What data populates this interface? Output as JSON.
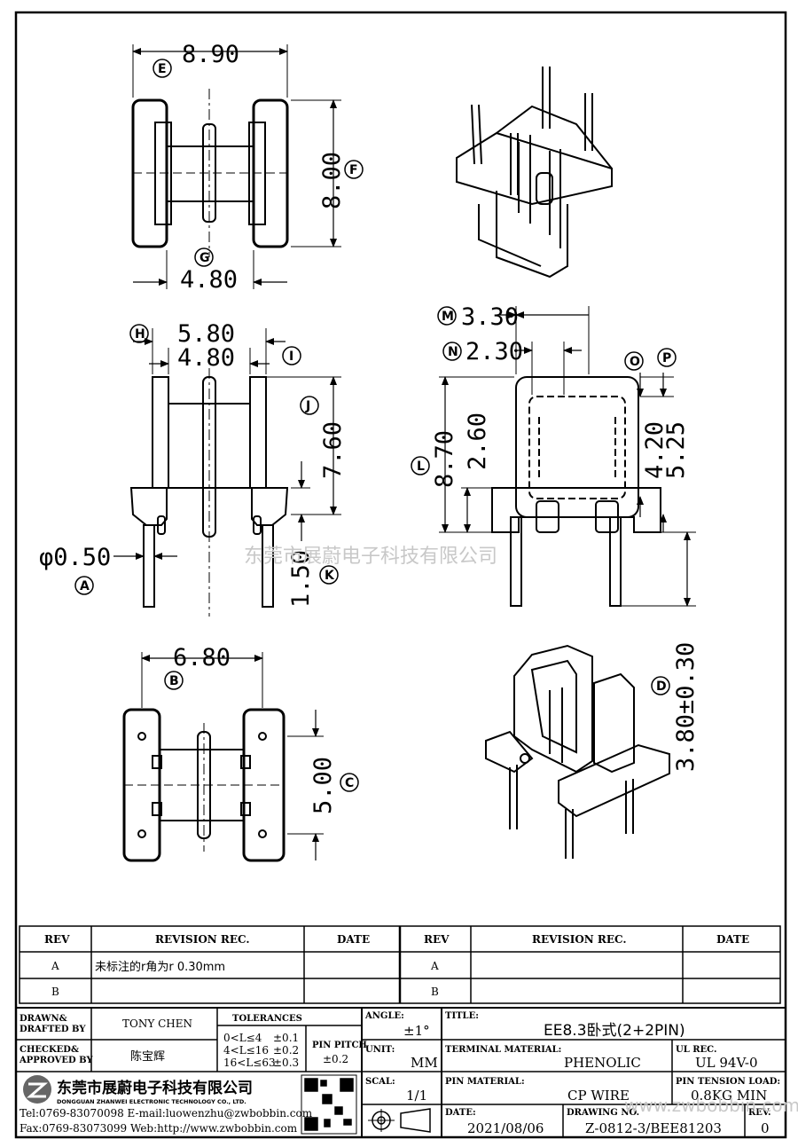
{
  "dimensions": {
    "top_view": {
      "width": "8.90",
      "height": "8.00",
      "inner": "4.80",
      "label_width": "E",
      "label_height": "F",
      "label_inner": "G"
    },
    "front_view": {
      "outer": "5.80",
      "inner": "4.80",
      "height": "7.60",
      "pin_length": "1.50",
      "pin_dia": "φ0.50",
      "label_outer": "H",
      "label_inner": "I",
      "label_height": "J",
      "label_pin_length": "K",
      "label_pin_dia": "A"
    },
    "side_view": {
      "top": "3.30",
      "inner": "2.30",
      "height": "8.70",
      "window": "2.60",
      "dim_o": "4.20",
      "dim_p": "5.25",
      "pin_length": "3.80±0.30",
      "label_top": "M",
      "label_inner": "N",
      "label_o": "O",
      "label_p": "P",
      "label_height": "L",
      "label_pin_length": "D"
    },
    "bottom_view": {
      "width": "6.80",
      "height": "5.00",
      "label_width": "B",
      "label_height": "C"
    }
  },
  "watermark": "东莞市展蔚电子科技有限公司",
  "revision_table": {
    "headers": [
      "REV",
      "REVISION REC.",
      "DATE",
      "REV",
      "REVISION REC.",
      "DATE"
    ],
    "rows": [
      {
        "rev": "A",
        "rec": "未标注的r角为r 0.30mm",
        "date": "",
        "rev2": "A",
        "rec2": "",
        "date2": ""
      },
      {
        "rev": "B",
        "rec": "",
        "date": "",
        "rev2": "B",
        "rec2": "",
        "date2": ""
      }
    ]
  },
  "title_block": {
    "drawn_label": "DRAWN&\nDRAFTED BY",
    "drawn_by": "TONY CHEN",
    "checked_label": "CHECKED&\nAPPROVED BY",
    "checked_by": "陈宝辉",
    "tolerances_label": "TOLERANCES",
    "tolerances": [
      {
        "range": "0<L≤4",
        "tol": "±0.1"
      },
      {
        "range": "4<L≤16",
        "tol": "±0.2"
      },
      {
        "range": "16<L≤63",
        "tol": "±0.3"
      }
    ],
    "pin_pitch_label": "PIN PITCH",
    "pin_pitch": "±0.2",
    "angle_label": "ANGLE:",
    "angle": "±1°",
    "unit_label": "UNIT:",
    "unit": "MM",
    "scale_label": "SCAL:",
    "scale": "1/1",
    "title_label": "TITLE:",
    "title": "EE8.3卧式(2+2PIN)",
    "terminal_label": "TERMINAL MATERIAL:",
    "terminal": "PHENOLIC",
    "ul_label": "UL REC.",
    "ul": "UL 94V-0",
    "pin_material_label": "PIN MATERIAL:",
    "pin_material": "CP WIRE",
    "tension_label": "PIN TENSION LOAD:",
    "tension": "0.8KG MIN",
    "date_label": "DATE:",
    "date": "2021/08/06",
    "drawing_label": "DRAWING NO.",
    "drawing_no": "Z-0812-3/BEE81203",
    "rev_label": "REV.",
    "rev": "0",
    "company_cn": "东莞市展蔚电子科技有限公司",
    "company_en": "DONGGUAN ZHANWEI ELECTRONIC TECHNOLOGY CO., LTD.",
    "tel": "Tel:0769-83070098 E-mail:luowenzhu@zwbobbin.com",
    "fax": "Fax:0769-83073099   Web:http://www.zwbobbin.com",
    "footer_watermark": "www.zwbobbin.com"
  }
}
